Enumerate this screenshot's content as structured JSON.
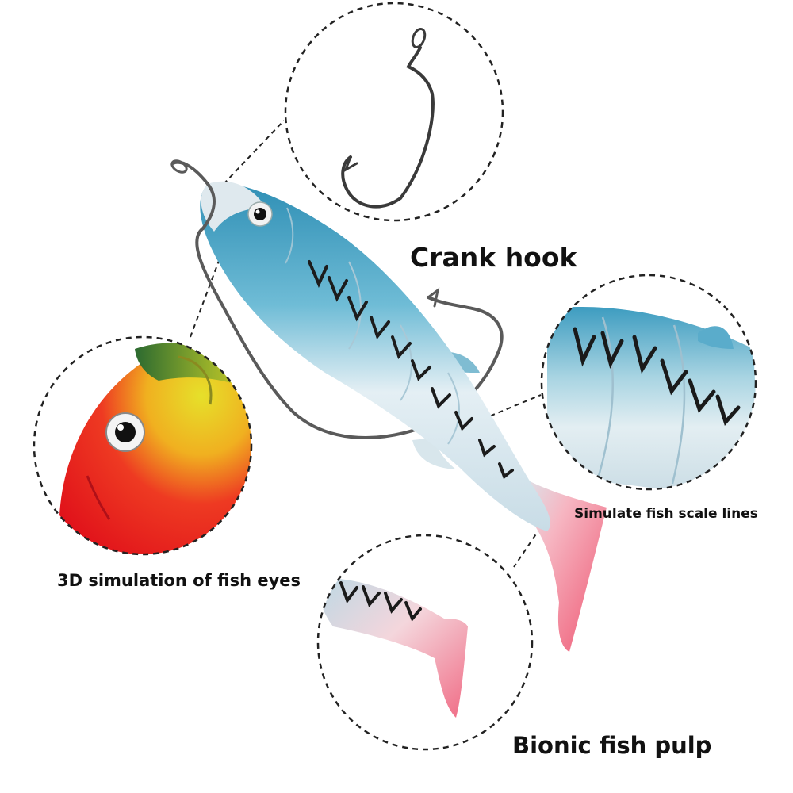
{
  "labels": {
    "crank_hook": "Crank hook",
    "fish_eyes": "3D simulation of fish eyes",
    "scale_lines": "Simulate fish scale lines",
    "fish_pulp": "Bionic fish pulp"
  },
  "colors": {
    "body_blue": "#3f9fc2",
    "body_pale": "#e8f2f6",
    "tail_pink": "#f0607a",
    "head_red": "#e8202a",
    "head_yellow": "#d8d020",
    "head_green": "#3a8a3a",
    "hook_metal": "#4a4a4a",
    "stripe": "#1a1a1a"
  }
}
